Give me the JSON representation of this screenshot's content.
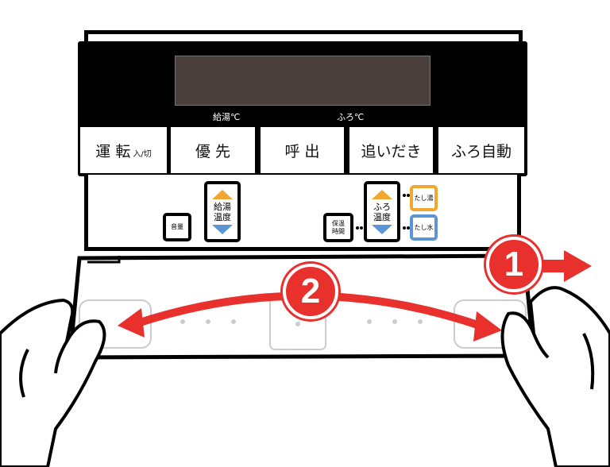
{
  "display": {
    "left_label": "給湯℃",
    "right_label": "ふろ℃"
  },
  "top_buttons": [
    {
      "label": "運 転",
      "sub": "入/切"
    },
    {
      "label": "優 先"
    },
    {
      "label": "呼 出"
    },
    {
      "label": "追いだき"
    },
    {
      "label": "ふろ自動"
    }
  ],
  "lower_buttons": {
    "volume": "音量",
    "supply_temp": [
      "給湯",
      "温度"
    ],
    "keep_warm": [
      "保温",
      "時間"
    ],
    "bath_temp": [
      "ふろ",
      "温度"
    ],
    "add_hot": "たし湯",
    "add_water": "たし水"
  },
  "steps": {
    "one": "1",
    "two": "2"
  },
  "colors": {
    "accent": "#e8302d",
    "up": "#f0a830",
    "down": "#5b95d5",
    "display": "#4a3f3c"
  }
}
